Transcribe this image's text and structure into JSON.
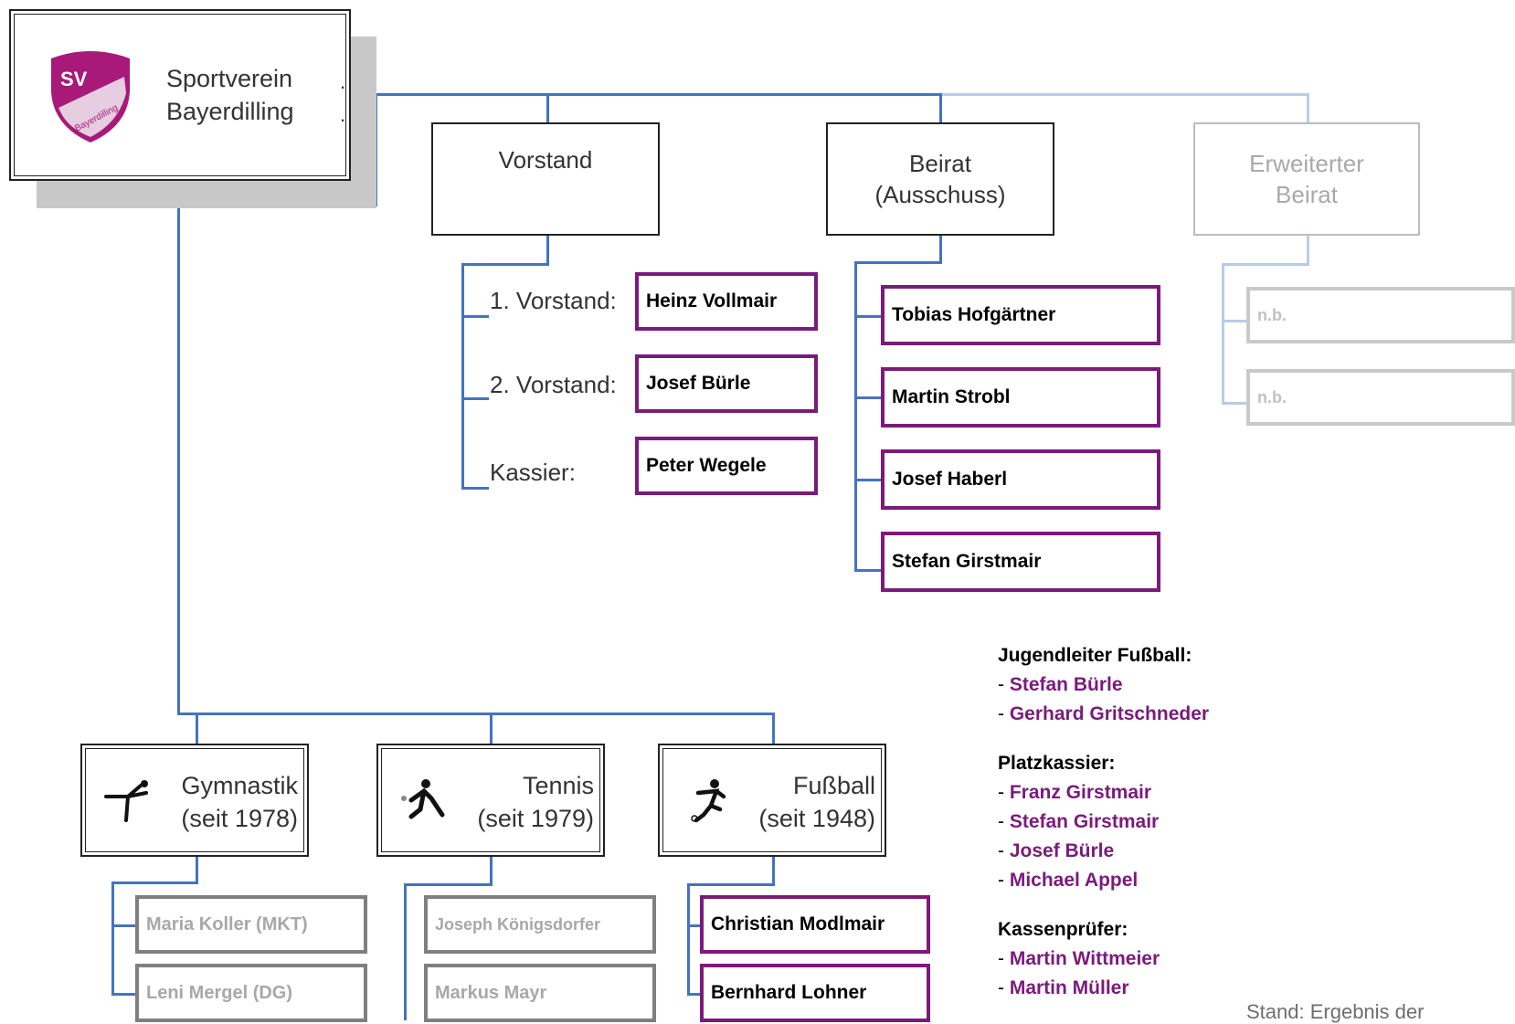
{
  "club": {
    "line1": "Sportverein",
    "line2": "Bayerdilling",
    "logo_text": "SV",
    "logo_sub": "Bayerdilling"
  },
  "vorstand": {
    "title": "Vorstand",
    "rows": [
      {
        "role": "1. Vorstand:",
        "name": "Heinz Vollmair"
      },
      {
        "role": "2. Vorstand:",
        "name": "Josef Bürle"
      },
      {
        "role": "Kassier:",
        "name": "Peter Wegele"
      }
    ]
  },
  "beirat": {
    "title_line1": "Beirat",
    "title_line2": "(Ausschuss)",
    "members": [
      "Tobias Hofgärtner",
      "Martin Strobl",
      "Josef Haberl",
      "Stefan Girstmair"
    ]
  },
  "erweiterter_beirat": {
    "title_line1": "Erweiterter",
    "title_line2": "Beirat",
    "members": [
      "n.b.",
      "n.b."
    ]
  },
  "departments": [
    {
      "name": "Gymnastik",
      "since": "(seit 1978)",
      "icon": "gymnastics-icon",
      "members": [
        "Maria Koller (MKT)",
        "Leni Mergel (DG)"
      ]
    },
    {
      "name": "Tennis",
      "since": "(seit 1979)",
      "icon": "tennis-icon",
      "members": [
        "Joseph Königsdorfer",
        "Markus Mayr"
      ]
    },
    {
      "name": "Fußball",
      "since": "(seit 1948)",
      "icon": "football-icon",
      "members": [
        "Christian Modlmair",
        "Bernhard Lohner"
      ]
    }
  ],
  "notes": {
    "jugend": {
      "heading": "Jugendleiter Fußball:",
      "items": [
        "Stefan Bürle",
        "Gerhard Gritschneder"
      ]
    },
    "platzkassier": {
      "heading": "Platzkassier:",
      "items": [
        "Franz Girstmair",
        "Stefan Girstmair",
        "Josef Bürle",
        "Michael Appel"
      ]
    },
    "kassenpruefer": {
      "heading": "Kassenprüfer:",
      "items": [
        "Martin Wittmeier",
        "Martin Müller"
      ]
    }
  },
  "stand": "Stand: Ergebnis der",
  "colors": {
    "line": "#4472c4",
    "accent": "#7b1a7b",
    "inactive": "#7f7f7f"
  }
}
